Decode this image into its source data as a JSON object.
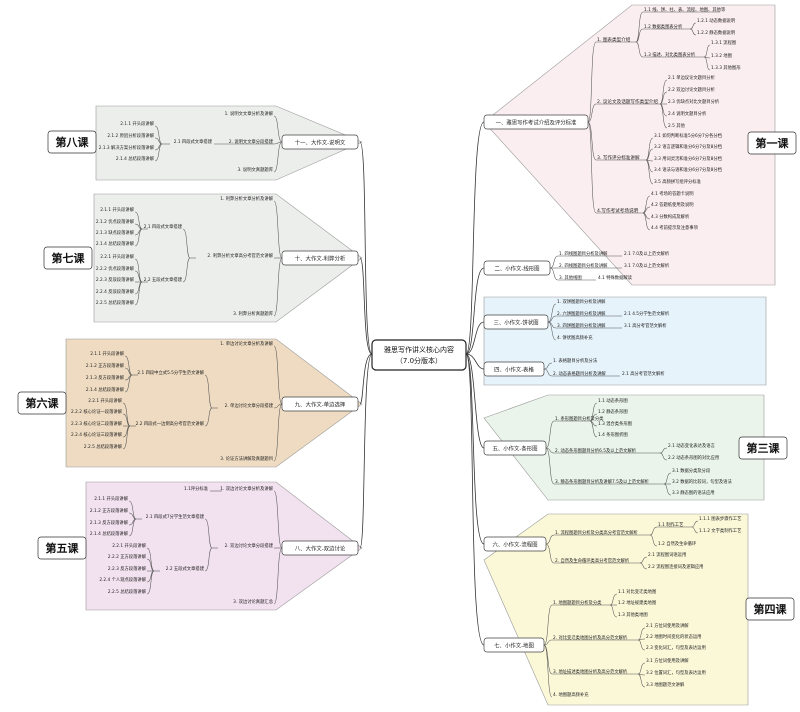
{
  "center": {
    "line1": "雅思写作讲义核心内容",
    "line2": "（7.0分版本）"
  },
  "colors": {
    "pink": "#fbeef1",
    "blue": "#e6f3fb",
    "green": "#eaf4ea",
    "yellow": "#fbf8d8",
    "gray": "#eceeec",
    "tan": "#eedbc1",
    "purple": "#f2e1ef"
  },
  "lessons": {
    "l1": "第一课",
    "l3": "第三课",
    "l4": "第四课",
    "l5": "第五课",
    "l6": "第六课",
    "l7": "第七课",
    "l8": "第八课"
  },
  "right": {
    "b1": {
      "label": "一、雅思写作考试介绍及评分标准",
      "s1": "1. 图表类型介绍",
      "s1a": "1.1 线、饼、柱、表、流程、地图、其他等",
      "s1b": "1.2 数据类图表分析",
      "s1b1": "1.2.1 动态数据说明",
      "s1b2": "1.2.2 静态数据说明",
      "s1c": "1.3 描述、对比类图表分析",
      "s1c1": "1.3.1 流程图",
      "s1c2": "1.3.2 地图",
      "s1c3": "1.3.3 其他图形",
      "s2": "2. 议论文及话题写作类型介绍",
      "s2a": "2.1 单边议论文题目分析",
      "s2b": "2.2 双边讨论文题目分析",
      "s2c": "2.3 优缺点对比文题目分析",
      "s2d": "2.4 说明文题目分析",
      "s2e": "2.5 其他",
      "s3": "3. 写作评分标准讲解",
      "s3a": "3.1 如何判断标准5分6分7分各分档",
      "s3b": "3.2 语言逻辑和准分6分7分及8分档",
      "s3c": "3.3 用词灵活和准分6分7分及8分档",
      "s3d": "3.4 语法与语和准分6分7分及8分档",
      "s3e": "3.5 高频拼写组评分标准",
      "s4": "4.写作考试考场说明",
      "s4a": "4.1 考场的答题卡说明",
      "s4b": "4.2 答题纸使用及说明",
      "s4c": "4.3 分数构成及解析",
      "s4d": "4.4 考前提示及注意事项"
    },
    "b2": {
      "label": "二、小作文-线形图",
      "s1": "1. 四线图题目分析及讲解",
      "s1a": "2.1 7.0及以上范文解析",
      "s2": "2. 四线图题目分析及讲解",
      "s2a": "3.1 7.0及以上范文解析",
      "s3": "3. 其他线图",
      "s3a": "4.1 特殊数据解读"
    },
    "b3": {
      "label": "三、小作文-饼状图",
      "s1": "1. 双饼图题目分析及讲解",
      "s2": "2. 六饼图题目分析及讲解",
      "s2a": "2.1 4.5分学生范文解析",
      "s3": "3. 四饼图题目分析及讲解",
      "s3a": "3.1 高分考官范文解析",
      "s4": "4. 饼状图高频补充"
    },
    "b4": {
      "label": "四、小作文-表格",
      "s1": "1. 表格题目分析及分法",
      "s2": "2. 动态表格题目分析及讲解",
      "s2a": "2.1 高分考官范文解析"
    },
    "b5": {
      "label": "五、小作文-条形图",
      "s1": "1. 条形图题目分析及分类",
      "s1a": "1.1 动态条形图",
      "s1b": "1.2 静态条形图",
      "s1c": "1.3 混合类条形图",
      "s1d": "1.4 条形图折图",
      "s2": "2. 动态条形图题目分析6.5及以上范文解析",
      "s2a": "2.1 动态变化表达及语言",
      "s2b": "2.2 动态条形图的对比应用",
      "s3": "3. 静态条形图题目分析及讲解7.5及以上范文解析",
      "s3a": "3.1 数据分类及分段",
      "s3b": "3.2 数据的比较词，句型及语法",
      "s3c": "3.3 静态图的语法应用"
    },
    "b6": {
      "label": "六、小作文-流程图",
      "s1": "1. 流程图题目分析及分类高分考官范文解析",
      "s1a": "1.1 制作工艺",
      "s1a1": "1.1.1 图表步骤作工艺",
      "s1a2": "1.1.2 文字类制作工艺",
      "s1b": "1.2 自然及生命循环",
      "s2": "2. 自然及生命循环类高分考官范文解析",
      "s2a": "2.1 流程图词语运用",
      "s2b": "2.2 流程图连接词及逻辑应用"
    },
    "b7": {
      "label": "七、小作文-地图",
      "s1": "1. 地图题题目分析及分类",
      "s1a": "1.1 对比变迁类地图",
      "s1b": "1.2 地址规建类地图",
      "s1c": "1.3 其他类地图",
      "s2": "2. 对比变迁类地图分析及高分范文解析",
      "s2a": "2.1 方位词使用及讲解",
      "s2b": "2.2 地图时间变化的状态运用",
      "s2c": "2.3 变化词汇，句型及表达运用",
      "s3": "3. 地址描述类地图分析及高分范文解析",
      "s3a": "3.1 方位词使用及讲解",
      "s3b": "3.2 位置词汇，句型及表达运用",
      "s3c": "3.3 地图题范文讲解",
      "s4": "4. 地图题高频补充"
    }
  },
  "left": {
    "b11": {
      "label": "十一、大作文-说明文",
      "s1": "1. 说明文文章分析及讲解",
      "s2": "2. 说明文文章分段搭建",
      "s2a": "2.1 四段式文章搭建",
      "s2a1": "2.1.1 开头段讲解",
      "s2a2": "2.1.2 原因分析段落讲解",
      "s2a3": "2.1.3 解决方案分析段落讲解",
      "s2a4": "2.1.4 总结段落讲解",
      "s3": "3. 说明文真题题库"
    },
    "b10": {
      "label": "十、大作文-利弊分析",
      "s1": "1. 利弊分析文章分析及讲解",
      "s2": "2. 利弊分析文章高分考官范文讲解",
      "s2a": "2.1 四段式文章搭建",
      "s2a1": "2.1.1 开头段讲解",
      "s2a2": "2.1.2 优点段落讲解",
      "s2a3": "2.1.3 缺点段落讲解",
      "s2a4": "2.1.4 总结段落讲解",
      "s2b": "2.2 五段式文章搭建",
      "s2b1": "2.2.1 开头段讲解",
      "s2b2": "2.2.2 优点段落讲解",
      "s2b3": "2.2.3 反驳段落讲解",
      "s2b4": "2.2.4 反驳段落讲解",
      "s2b5": "2.2.5 总结段落讲解",
      "s3": "3. 利弊分析真题题库"
    },
    "b9": {
      "label": "九、大作文-单边选择",
      "s1": "1. 单边讨论文章分析及讲解",
      "s2": "2. 单边讨论文章分段搭建",
      "s2a": "2.1 四段中立式5.5分学生范文讲解",
      "s2a1": "2.1.1 开头段讲解",
      "s2a2": "2.1.2 正方段落讲解",
      "s2a3": "2.1.3 反方段落讲解",
      "s2a4": "2.1.4 总结段落讲解",
      "s2b": "2.2 四段式一边倒高分考官范文讲解",
      "s2b1": "2.2.1 开头段讲解",
      "s2b2": "2.2.2 核心论证一段落讲解",
      "s2b3": "2.2.3 核心论证二段落讲解",
      "s2b4": "2.2.4 核心论证三段落讲解",
      "s2b5": "2.2.5 总结段落讲解",
      "s3": "3. 论证方法讲解及真题题目"
    },
    "b8": {
      "label": "八、大作文-双边讨论",
      "s0": "1.1评分标准",
      "s1": "1. 双边讨论文章分析及讲解",
      "s2": "2. 双边讨论文章分段搭建",
      "s2a": "2.1 四段式7分学生范文章搭建",
      "s2a1": "2.1.1 开头段讲解",
      "s2a2": "2.1.2 正方段落讲解",
      "s2a3": "2.1.3 反方段落讲解",
      "s2a4": "2.1.4 总结段落讲解",
      "s2b": "2.2 五段式文章搭建",
      "s2b1": "2.2.1 开头段讲解",
      "s2b2": "2.2.2 正方段落讲解",
      "s2b3": "2.2.3 反方段落讲解",
      "s2b4": "2.2.4 个人观点段落讲解",
      "s2b5": "2.2.5 总结段落讲解",
      "s3": "3. 双边讨论真题汇总"
    }
  }
}
